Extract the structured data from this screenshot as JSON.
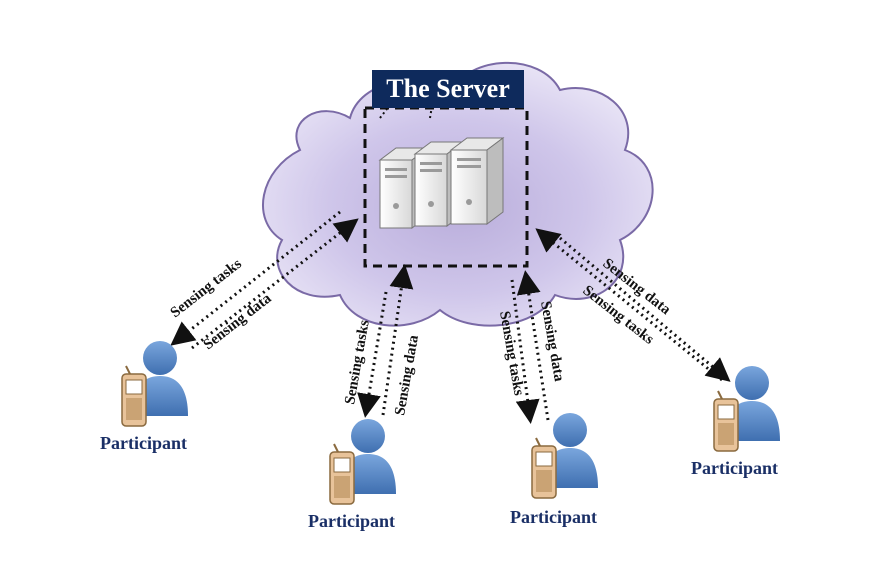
{
  "server": {
    "title": "The Server"
  },
  "edges": [
    {
      "task_label": "Sensing tasks",
      "data_label": "Sensing data"
    },
    {
      "task_label": "Sensing tasks",
      "data_label": "Sensing data"
    },
    {
      "task_label": "Sensing tasks",
      "data_label": "Sensing data"
    },
    {
      "data_label": "Sensing data",
      "task_label": "Sensing tasks"
    }
  ],
  "participants": [
    {
      "label": "Participant"
    },
    {
      "label": "Participant"
    },
    {
      "label": "Participant"
    },
    {
      "label": "Participant"
    }
  ],
  "colors": {
    "server_banner": "#0e2a5c",
    "cloud_fill": "#c9bfe3",
    "participant_text": "#1a2f66",
    "person": "#5b8ac9",
    "phone": "#e8c39a"
  },
  "icons": [
    "cloud-icon",
    "server-icon",
    "person-icon",
    "phone-icon"
  ]
}
